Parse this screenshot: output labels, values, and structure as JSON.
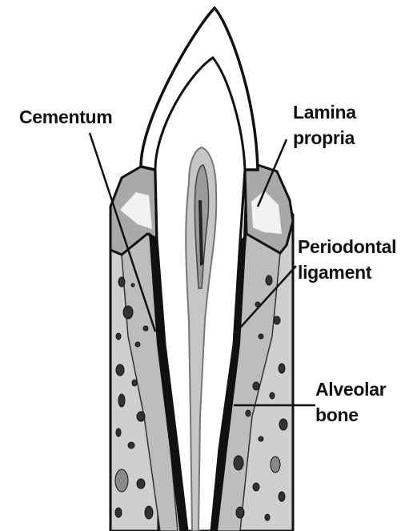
{
  "labels": {
    "cementum": "Cementum",
    "lamina_propria": [
      "Lamina",
      "propria"
    ],
    "periodontal_ligament": [
      "Periodontal",
      "ligament"
    ],
    "alveolar_bone": [
      "Alveolar",
      "bone"
    ]
  }
}
